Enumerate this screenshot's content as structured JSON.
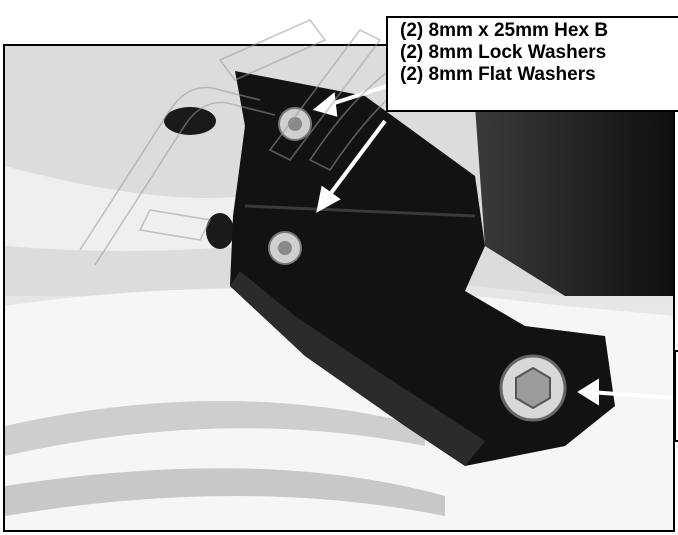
{
  "hardware_callout": {
    "lines": [
      "(2) 8mm x 25mm Hex B",
      "(2) 8mm Lock Washers",
      "(2) 8mm Flat Washers"
    ]
  },
  "icons": {
    "watermark": "stillen-logo-watermark",
    "bolt": "hex-bolt-icon",
    "arrow": "arrow-icon"
  },
  "colors": {
    "bracket": "#111111",
    "ink": "#000000",
    "paper": "#ffffff"
  }
}
